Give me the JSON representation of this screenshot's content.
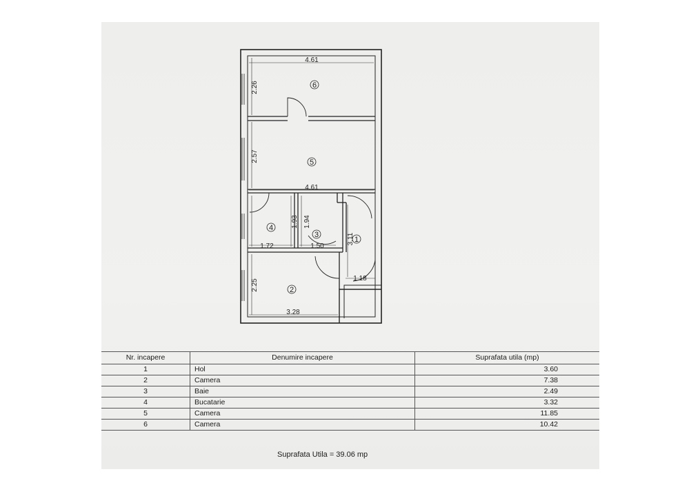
{
  "plan": {
    "dimensions": {
      "width_top": "4.61",
      "height_room6": "2.26",
      "height_room5": "2.57",
      "width_mid": "4.61",
      "height_room4": "1.93",
      "height_room3": "1.94",
      "height_hall": "3.11",
      "width_room4": "1.72",
      "width_room3": "1.50",
      "width_hall": "1.18",
      "height_room2": "2.25",
      "width_room2": "3.28"
    },
    "room_ids": [
      "1",
      "2",
      "3",
      "4",
      "5",
      "6"
    ]
  },
  "table": {
    "headers": [
      "Nr. incapere",
      "Denumire incapere",
      "Suprafata utila (mp)"
    ],
    "rows": [
      {
        "nr": "1",
        "name": "Hol",
        "area": "3.60"
      },
      {
        "nr": "2",
        "name": "Camera",
        "area": "7.38"
      },
      {
        "nr": "3",
        "name": "Baie",
        "area": "2.49"
      },
      {
        "nr": "4",
        "name": "Bucatarie",
        "area": "3.32"
      },
      {
        "nr": "5",
        "name": "Camera",
        "area": "11.85"
      },
      {
        "nr": "6",
        "name": "Camera",
        "area": "10.42"
      }
    ]
  },
  "total": "Suprafata Utila = 39.06 mp"
}
